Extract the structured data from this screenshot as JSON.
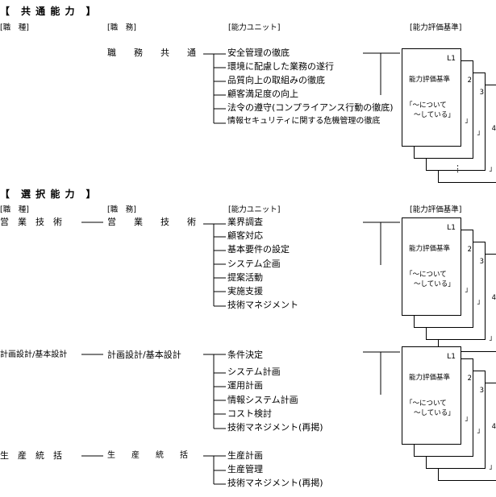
{
  "common": {
    "heading": "【　共 通 能 力　】",
    "hdr_job": "[職　種]",
    "hdr_duty": "[職　務]",
    "hdr_unit": "[能力ユニット]",
    "hdr_std": "[能力評価基準]",
    "duty": "職　　務　　共　　通",
    "units": [
      "安全管理の徹底",
      "環境に配慮した業務の遂行",
      "品質向上の取組みの徹底",
      "顧客満足度の向上",
      "法令の遵守(コンプライアンス行動の徹底)",
      "情報セキュリティに関する危機管理の徹底"
    ]
  },
  "selective": {
    "heading": "【　選 択 能 力　】",
    "hdr_job": "[職　種]",
    "hdr_duty": "[職　務]",
    "hdr_unit": "[能力ユニット]",
    "hdr_std": "[能力評価基準]",
    "groups": [
      {
        "job": "営　業　技　術",
        "duty": "営　　業　　技　　術",
        "units": [
          "業界調査",
          "顧客対応",
          "基本要件の設定",
          "システム企画",
          "提案活動",
          "実施支援",
          "技術マネジメント"
        ]
      },
      {
        "job": "計画設計/基本設計",
        "duty": "計画設計/基本設計",
        "units": [
          "条件決定",
          "システム計画",
          "運用計画",
          "情報システム計画",
          "コスト検討",
          "技術マネジメント(再掲)"
        ]
      },
      {
        "job": "生　産　統　括",
        "duty": "生　　産　　統　　括",
        "units": [
          "生産計画",
          "生産管理",
          "技術マネジメント(再掲)"
        ]
      }
    ]
  },
  "standard_card": {
    "level_front": "L1",
    "level_2": "2",
    "level_3": "3",
    "level_4": "4",
    "title": "能力評価基準",
    "line1": "「～について",
    "line2": "～している」",
    "quote_close": "」"
  },
  "ellipsis": "⋮"
}
